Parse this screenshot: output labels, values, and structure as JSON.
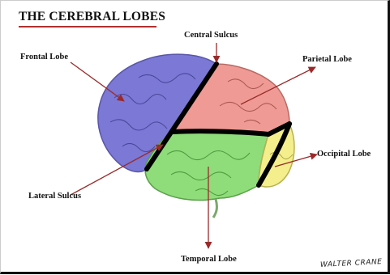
{
  "title": "THE CEREBRAL LOBES",
  "labels": {
    "frontal": "Frontal Lobe",
    "central": "Central Sulcus",
    "parietal": "Parietal Lobe",
    "occipital": "Occipital Lobe",
    "lateral": "Lateral Sulcus",
    "temporal": "Temporal Lobe"
  },
  "signature": "WALTER CRANE",
  "colors": {
    "frontal": "#7b78d6",
    "parietal": "#ef9a94",
    "temporal": "#8fdc7a",
    "occipital": "#f4ee8c",
    "arrow": "#9a2a2a"
  }
}
